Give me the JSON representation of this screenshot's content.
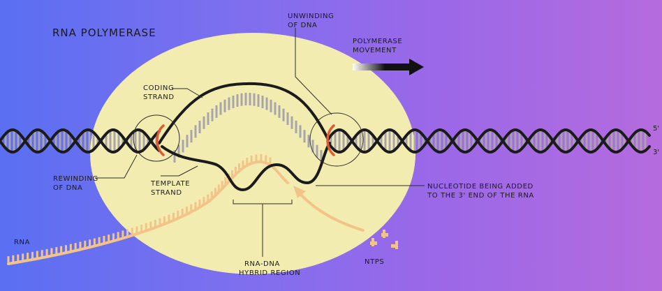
{
  "title": "RNA POLYMERASE",
  "labels": {
    "unwinding": [
      "UNWINDING",
      "OF DNA"
    ],
    "polymerase_movement": [
      "POLYMERASE",
      "MOVEMENT"
    ],
    "coding_strand": [
      "CODING",
      "STRAND"
    ],
    "template_strand": [
      "TEMPLATE",
      "STRAND"
    ],
    "rewinding": [
      "REWINDING",
      "OF DNA"
    ],
    "nucleotide_added": [
      "NUCLEOTIDE BEING ADDED",
      "TO THE 3' END OF THE RNA"
    ],
    "rna": "RNA",
    "rna_dna_hybrid": [
      "RNA-DNA",
      "HYBRID REGION"
    ],
    "ntps": "NTPS",
    "strand_end_5": "5'",
    "strand_end_3": "3'"
  },
  "colors": {
    "ellipse": "#f3ecb0",
    "strand": "#1b1b1b",
    "rungs": "#a9a3ae",
    "rna": "#f3c489",
    "enzyme_marker": "#e05a32"
  }
}
